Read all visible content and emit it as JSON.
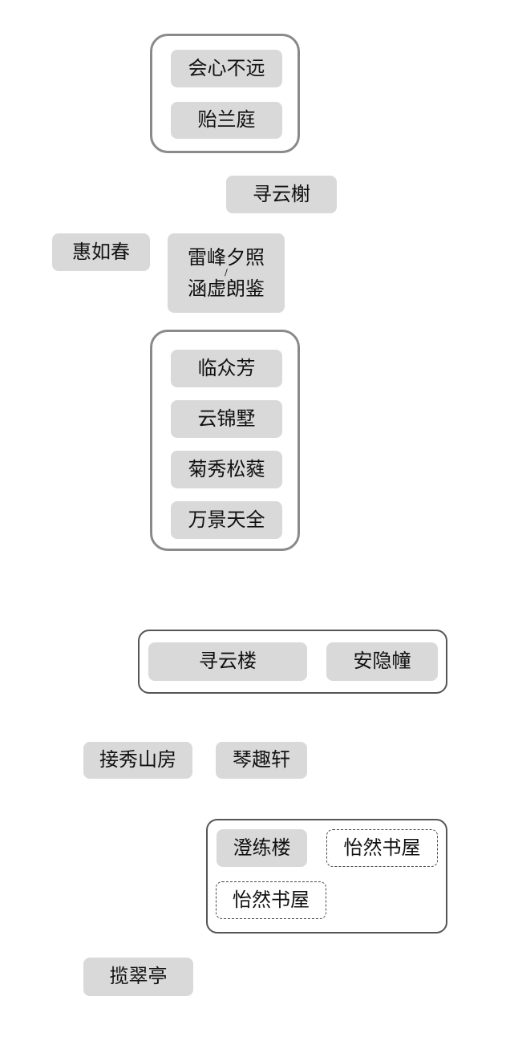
{
  "groups": [
    {
      "items": [
        "会心不远",
        "贻兰庭"
      ]
    },
    {
      "items": [
        "临众芳",
        "云锦墅",
        "菊秀松蕤",
        "万景天全"
      ]
    },
    {
      "items": [
        "寻云楼",
        "安隐幢"
      ]
    },
    {
      "items": [
        "澄练楼",
        "怡然书屋",
        "怡然书屋"
      ]
    }
  ],
  "nodes": {
    "xunyunxie": "寻云榭",
    "huiruchun": "惠如春",
    "leifeng_line1": "雷峰夕照",
    "leifeng_sep": "/",
    "leifeng_line2": "涵虚朗鉴",
    "jiexiu": "接秀山房",
    "qinqu": "琴趣轩",
    "lancui": "揽翠亭"
  }
}
